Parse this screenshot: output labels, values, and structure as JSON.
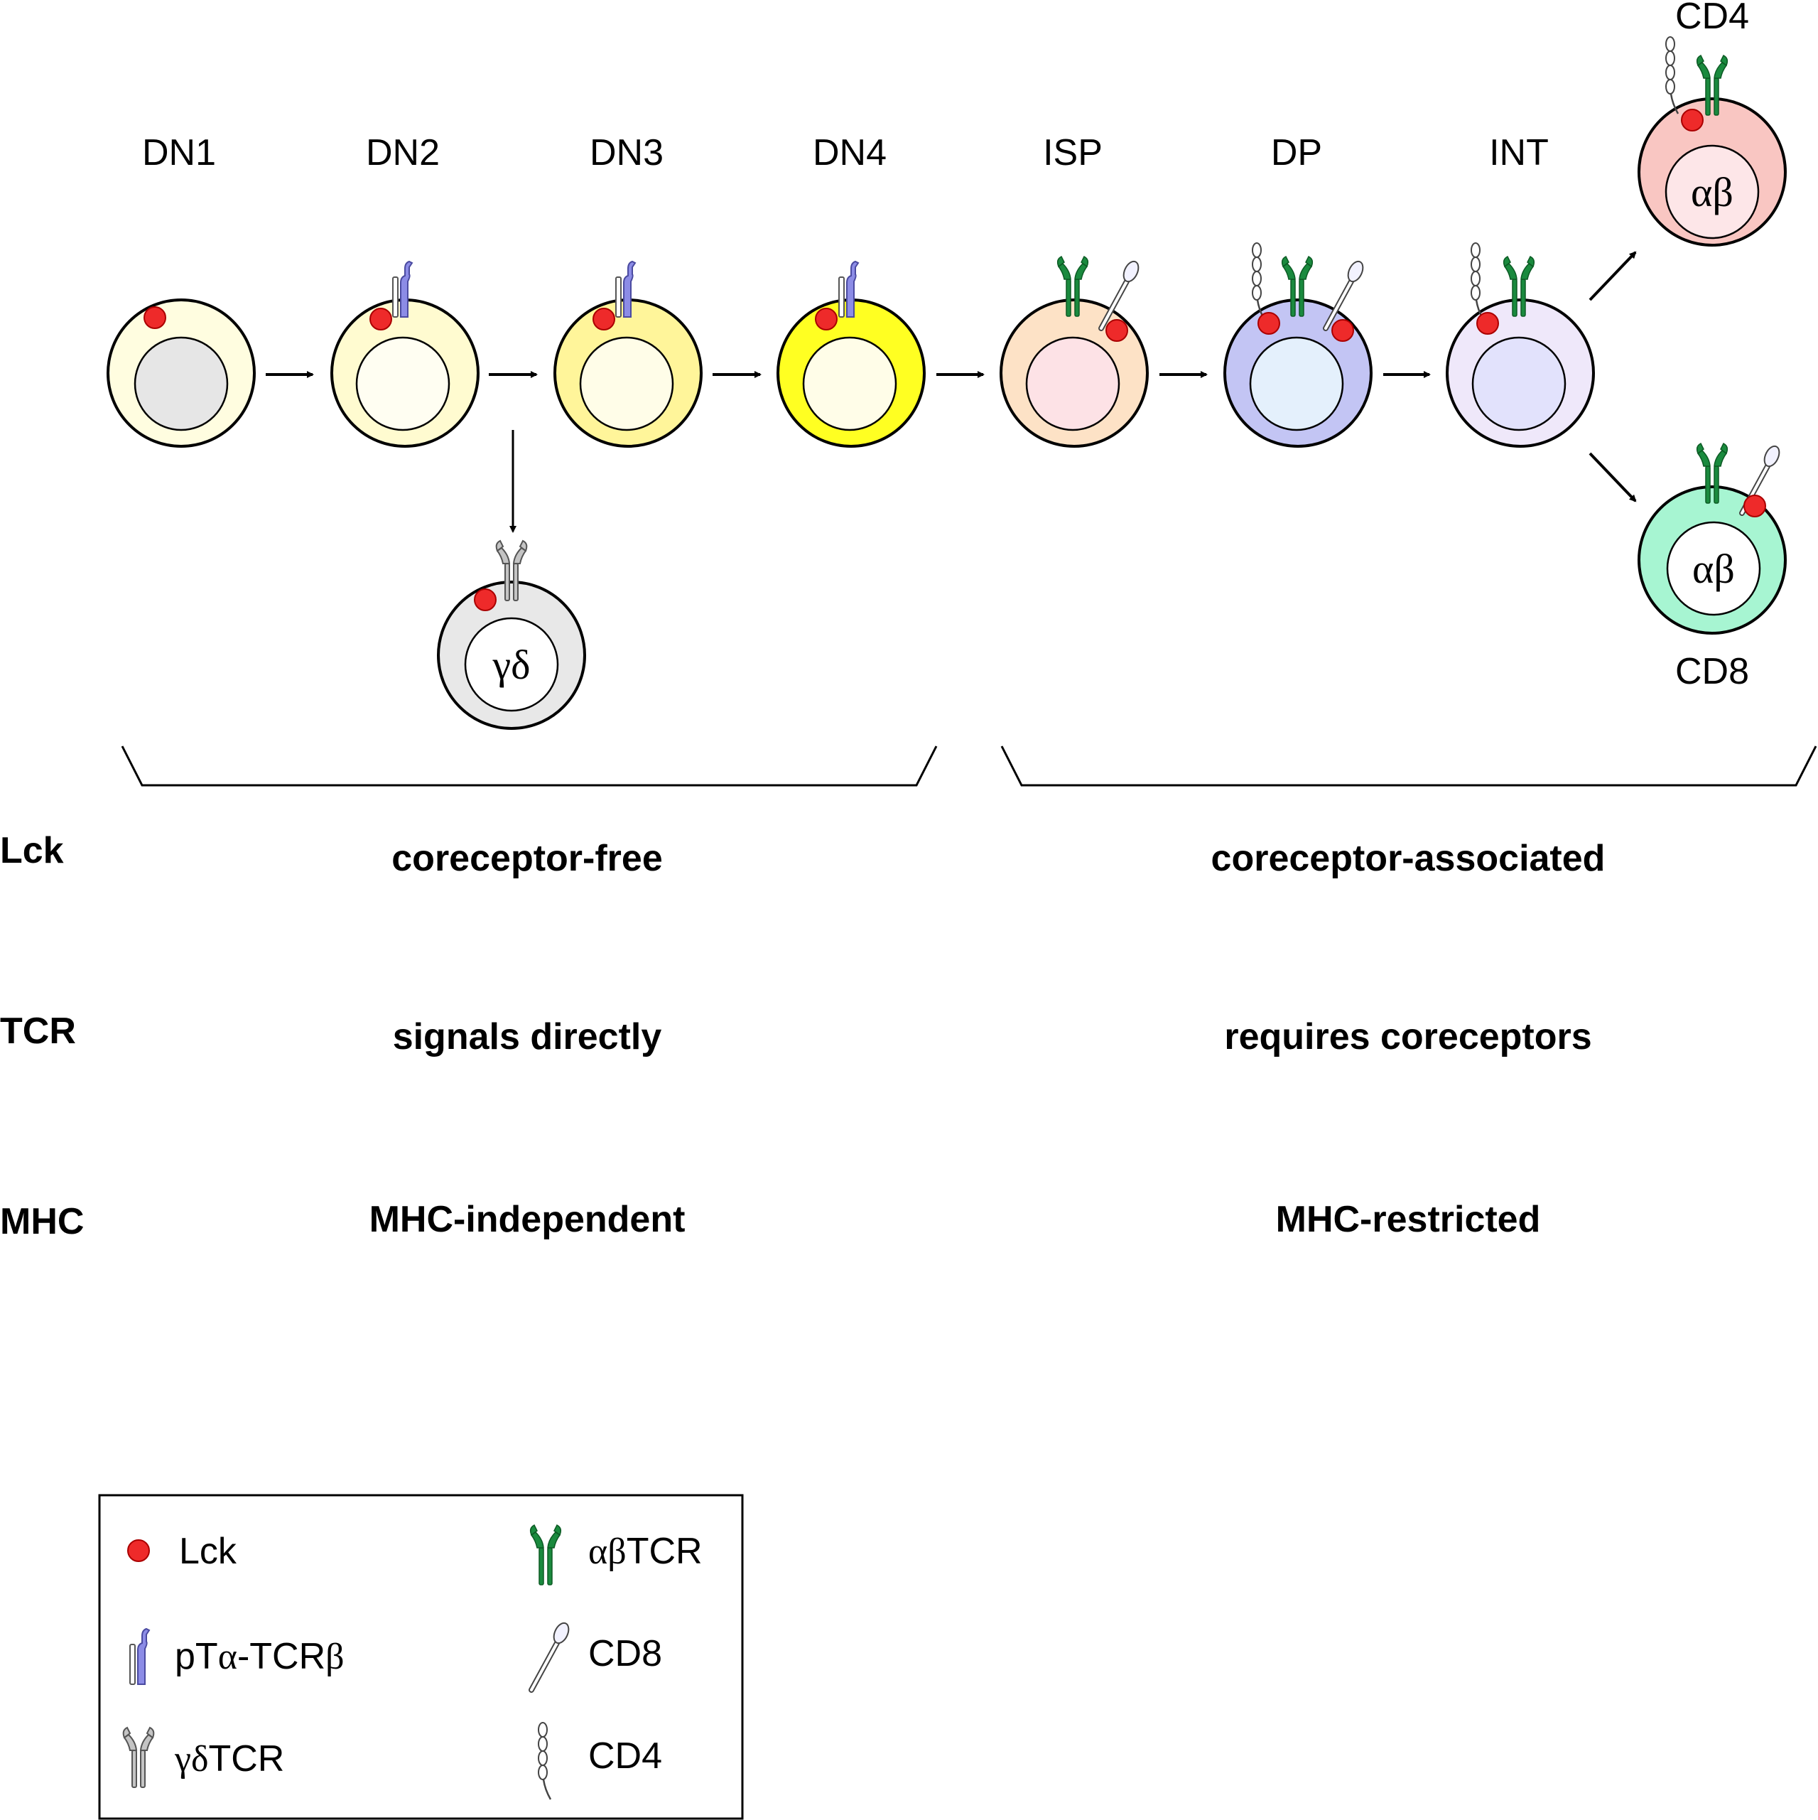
{
  "stages": [
    {
      "id": "dn1",
      "label": "DN1"
    },
    {
      "id": "dn2",
      "label": "DN2"
    },
    {
      "id": "dn3",
      "label": "DN3"
    },
    {
      "id": "dn4",
      "label": "DN4"
    },
    {
      "id": "isp",
      "label": "ISP"
    },
    {
      "id": "dp",
      "label": "DP"
    },
    {
      "id": "int",
      "label": "INT"
    }
  ],
  "mature": {
    "cd4_label": "CD4",
    "cd8_label": "CD8",
    "alphabeta_nucleus": "αβ",
    "gammadelta_nucleus": "γδ"
  },
  "rows": [
    {
      "label": "Lck",
      "left": "coreceptor-free",
      "right": "coreceptor-associated"
    },
    {
      "label": "TCR",
      "left": "signals directly",
      "right": "requires coreceptors"
    },
    {
      "label": "MHC",
      "left": "MHC-independent",
      "right": "MHC-restricted"
    }
  ],
  "legend": {
    "lck": "Lck",
    "pre_tcr_parts": [
      "pT",
      "α",
      "-TCR",
      "β"
    ],
    "gd_tcr_parts": [
      "γδ",
      "TCR"
    ],
    "ab_tcr_parts": [
      "αβ",
      "TCR"
    ],
    "cd8": "CD8",
    "cd4": "CD4"
  },
  "colors": {
    "lck": "#ee2a2a",
    "pre_tcr": "#8c8ce6",
    "ab_tcr": "#1a8a3e",
    "gd_tcr": "#bdbdbd",
    "dn1": "#fffde0",
    "dn2": "#fffbd0",
    "dn3": "#fff59a",
    "dn4": "#ffff22",
    "isp": "#fde2c6",
    "dp": "#c3c5f4",
    "int": "#efe8fa",
    "cd4_cell": "#f9c6c2",
    "cd8_cell": "#a7f5d2",
    "gd_cell": "#e8e8e8"
  },
  "icons": [
    "lck-dot",
    "pre-tcr-receptor",
    "gamma-delta-tcr-receptor",
    "alpha-beta-tcr-receptor",
    "cd8-coreceptor",
    "cd4-coreceptor"
  ]
}
